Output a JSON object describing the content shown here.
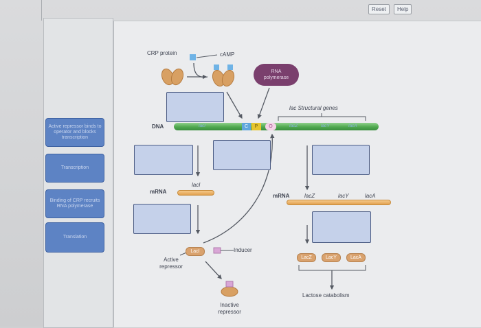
{
  "toolbar": {
    "reset_label": "Reset",
    "help_label": "Help"
  },
  "labels": [
    "Active repressor binds to operator and blocks transcription",
    "Transcription",
    "Binding of CRP recruits RNA polymerase",
    "Translation"
  ],
  "diagram": {
    "crp_protein": "CRP protein",
    "camp": "cAMP",
    "rna_polymerase": "RNA polymerase",
    "lac_structural_genes": "lac Structural genes",
    "dna": "DNA",
    "laci_gene": "lacI",
    "c_site": "C",
    "p_site": "P",
    "o_site": "O",
    "lacz_gene": "lacZ",
    "lacy_gene": "lacY",
    "laca_gene": "lacA",
    "laci_mrna_label": "lacI",
    "mrna_left": "mRNA",
    "mrna_right": "mRNA",
    "lacz_mrna": "lacZ",
    "lacy_mrna": "lacY",
    "laca_mrna": "lacA",
    "laci_protein": "LacI",
    "inducer": "Inducer",
    "active_repressor": "Active repressor",
    "inactive_repressor": "Inactive repressor",
    "lacz_protein": "LacZ",
    "lacy_protein": "LacY",
    "laca_protein": "LacA",
    "lactose_catabolism": "Lactose catabolism"
  },
  "colors": {
    "label_card": "#5d83c4",
    "dropbox": "#c5d1ea",
    "dna": "#4fa84f",
    "mrna": "#f0b86a",
    "protein": "#d9a26e",
    "rna_polymerase": "#7a3f6d",
    "camp": "#6fb3e6",
    "inducer": "#d9a6d6"
  }
}
